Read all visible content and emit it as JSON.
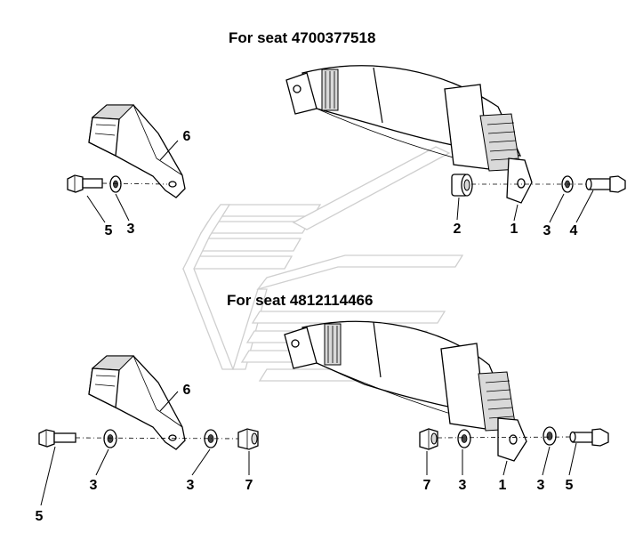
{
  "titles": {
    "seat_a": "For seat 4700377518",
    "seat_b": "For seat 4812114466"
  },
  "callouts": {
    "a": [
      "6",
      "5",
      "3",
      "2",
      "1",
      "3",
      "4"
    ],
    "b": [
      "6",
      "3",
      "3",
      "7",
      "5",
      "7",
      "3",
      "1",
      "3",
      "5"
    ]
  },
  "icons": {
    "watermark": "brand-watermark-icon",
    "belt": "seat-belt-icon",
    "buckle": "belt-buckle-icon",
    "bolt": "bolt-icon",
    "washer": "washer-icon",
    "nut": "hex-nut-icon",
    "bushing": "bushing-icon"
  }
}
